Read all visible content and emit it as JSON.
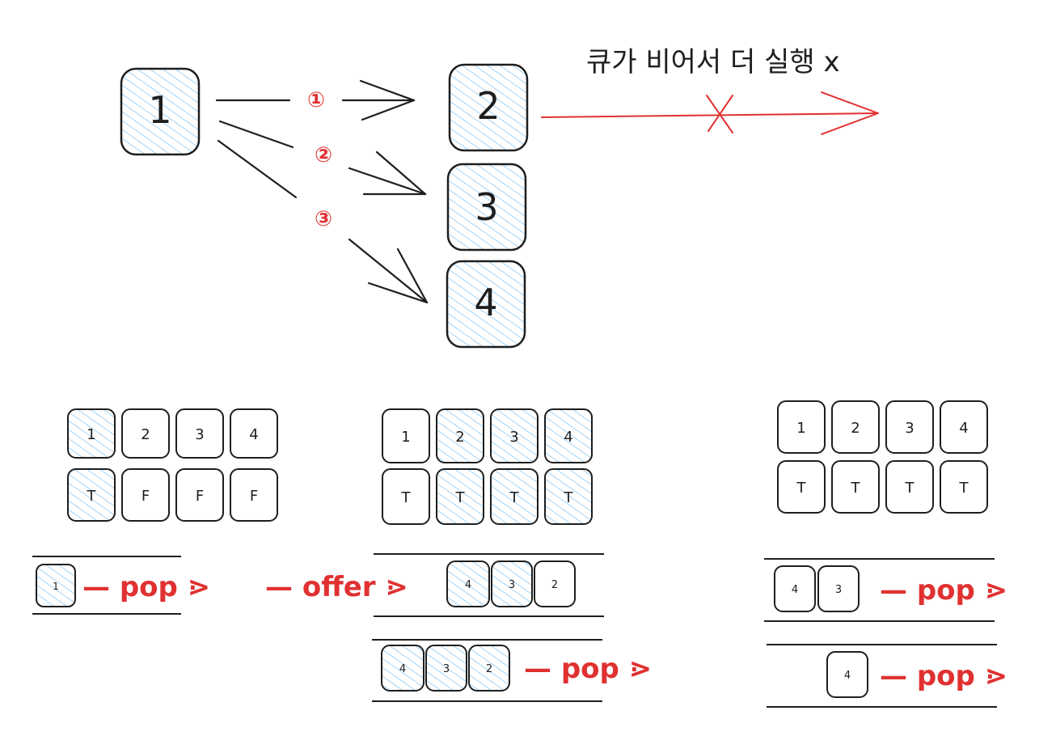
{
  "graph": {
    "nodes": [
      {
        "id": "node-1",
        "label": "1"
      },
      {
        "id": "node-2",
        "label": "2"
      },
      {
        "id": "node-3",
        "label": "3"
      },
      {
        "id": "node-4",
        "label": "4"
      }
    ],
    "edge_labels": [
      "①",
      "②",
      "③"
    ],
    "note": "큐가 비어서 더 실행 x"
  },
  "panel1": {
    "indices": [
      "1",
      "2",
      "3",
      "4"
    ],
    "visited": [
      "T",
      "F",
      "F",
      "F"
    ],
    "queue": [
      "1"
    ],
    "op": "— pop ⋗"
  },
  "panel2": {
    "indices": [
      "1",
      "2",
      "3",
      "4"
    ],
    "visited": [
      "T",
      "T",
      "T",
      "T"
    ],
    "offer_op": "— offer ⋗",
    "queue_after_offer": [
      "4",
      "3",
      "2"
    ],
    "queue_before_pop": [
      "4",
      "3",
      "2"
    ],
    "op": "— pop ⋗"
  },
  "panel3": {
    "indices": [
      "1",
      "2",
      "3",
      "4"
    ],
    "visited": [
      "T",
      "T",
      "T",
      "T"
    ],
    "queue_a": [
      "4",
      "3"
    ],
    "op_a": "— pop ⋗",
    "queue_b": [
      "4"
    ],
    "op_b": "— pop ⋗"
  },
  "colors": {
    "stroke": "#1e1e1e",
    "accent": "#e03131",
    "hatch": "#a5d8ff"
  }
}
